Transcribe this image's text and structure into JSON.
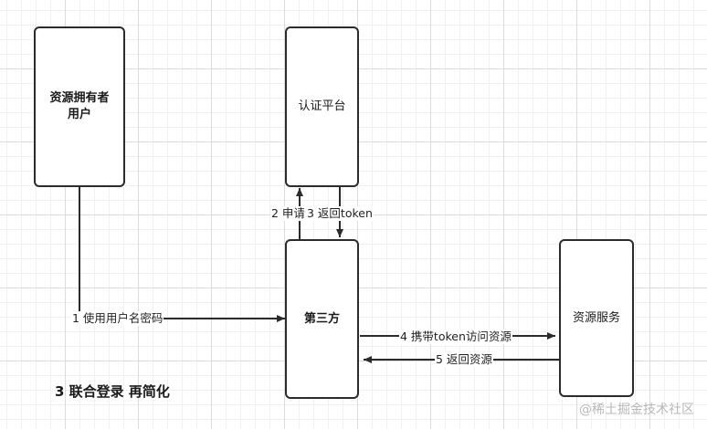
{
  "diagram": {
    "nodes": {
      "owner": {
        "label": "资源拥有者\n用户"
      },
      "auth": {
        "label": "认证平台"
      },
      "third": {
        "label": "第三方"
      },
      "resource": {
        "label": "资源服务"
      }
    },
    "edges": {
      "e1": {
        "label": "1 使用用户名密码"
      },
      "e2": {
        "label": "2 申请"
      },
      "e3": {
        "label": "3 返回token"
      },
      "e4": {
        "label": "4 携带token访问资源"
      },
      "e5": {
        "label": "5 返回资源"
      }
    },
    "caption": "3 联合登录 再简化"
  },
  "watermark": "@稀土掘金技术社区"
}
